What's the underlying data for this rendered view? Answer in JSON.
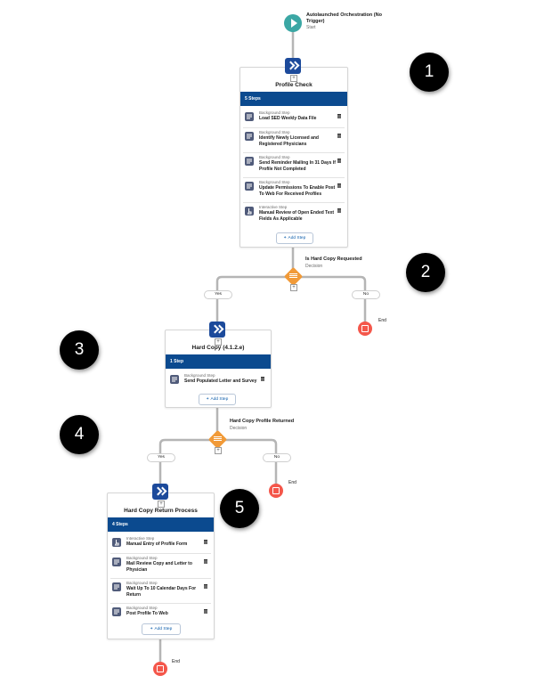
{
  "start": {
    "title": "Autolaunched Orchestration (No Trigger)",
    "subtitle": "Start"
  },
  "stages": [
    {
      "title": "Profile Check",
      "steps_count": "5 Steps",
      "steps": [
        {
          "type": "Background Step",
          "name": "Load SED Weekly Data File",
          "icon": "background-step-icon"
        },
        {
          "type": "Background Step",
          "name": "Identify Newly Licensed and Registered Physicians",
          "icon": "background-step-icon"
        },
        {
          "type": "Background Step",
          "name": "Send Reminder Mailing In 31 Days If Profile Not Completed",
          "icon": "background-step-icon"
        },
        {
          "type": "Background Step",
          "name": "Update Permissions To Enable Post To Web For Received Profiles",
          "icon": "background-step-icon"
        },
        {
          "type": "Interactive Step",
          "name": "Manual Review of Open Ended Text Fields As Applicable",
          "icon": "interactive-step-icon"
        }
      ],
      "add_step": "Add Step"
    },
    {
      "title": "Hard Copy (4.1.2.e)",
      "steps_count": "1 Step",
      "steps": [
        {
          "type": "Background Step",
          "name": "Send Populated Letter and Survey",
          "icon": "background-step-icon"
        }
      ],
      "add_step": "Add Step"
    },
    {
      "title": "Hard Copy Return Process",
      "steps_count": "4 Steps",
      "steps": [
        {
          "type": "Interactive Step",
          "name": "Manual Entry of Profile Form",
          "icon": "interactive-step-icon"
        },
        {
          "type": "Background Step",
          "name": "Mail Review Copy and Letter to Physician",
          "icon": "background-step-icon"
        },
        {
          "type": "Background Step",
          "name": "Wait Up To 10 Calendar Days For Return",
          "icon": "background-step-icon"
        },
        {
          "type": "Background Step",
          "name": "Post Profile To Web",
          "icon": "background-step-icon"
        }
      ],
      "add_step": "Add Step"
    }
  ],
  "decisions": [
    {
      "title": "Is Hard Copy Requested",
      "subtitle": "Decision",
      "yes": "Yes",
      "no": "No"
    },
    {
      "title": "Hard Copy Profile Returned",
      "subtitle": "Decision",
      "yes": "Yes",
      "no": "No"
    }
  ],
  "end_label": "End",
  "callouts": [
    "1",
    "2",
    "3",
    "4",
    "5"
  ],
  "colors": {
    "stage_bar": "#0b4a8f",
    "start": "#3ba7a4",
    "decision": "#f19a38",
    "end": "#f4574b",
    "connector": "#b5b5b5"
  }
}
